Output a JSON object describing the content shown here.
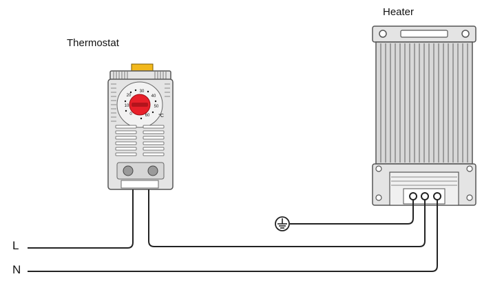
{
  "labels": {
    "thermostat": "Thermostat",
    "heater": "Heater",
    "line": "L",
    "neutral": "N",
    "unit": "°C"
  },
  "dial": {
    "scale": [
      "30",
      "40",
      "50",
      "60",
      "0",
      "10",
      "20"
    ],
    "knob_color": "#e8202a"
  },
  "colors": {
    "clip": "#f2b81c",
    "body": "#e4e4e4",
    "outline": "#555555",
    "wire": "#222222"
  },
  "icons": [
    "ground-symbol-icon"
  ]
}
